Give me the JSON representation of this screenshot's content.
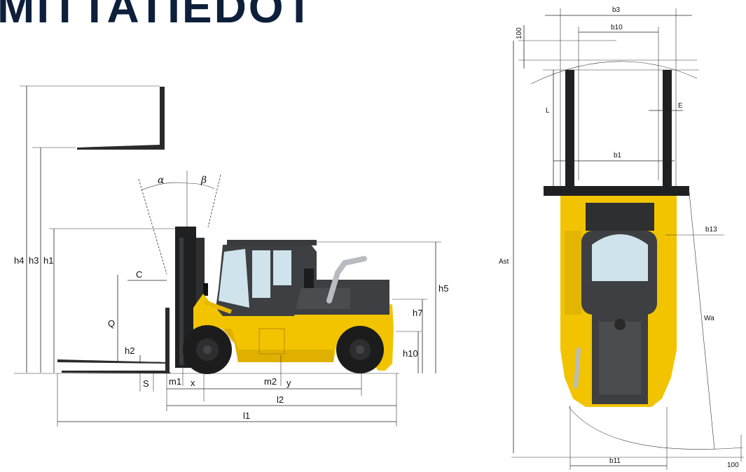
{
  "title": "MITTATIEDOT",
  "side_labels": {
    "h4": "h4",
    "h3": "h3",
    "h1": "h1",
    "C": "C",
    "Q": "Q",
    "h2": "h2",
    "S": "S",
    "m1": "m1",
    "x": "x",
    "m2": "m2",
    "y": "y",
    "l2": "l2",
    "l1": "l1",
    "h5": "h5",
    "h7": "h7",
    "h10": "h10",
    "alpha": "α",
    "beta": "β"
  },
  "top_labels": {
    "b3": "b3",
    "b10": "b10",
    "100_top": "100",
    "L": "L",
    "E": "E",
    "b1": "b1",
    "b13": "b13",
    "Ast": "Ast",
    "Wa": "Wa",
    "b11": "b11",
    "100_bottom": "100"
  },
  "colors": {
    "body_yellow": "#f2c400",
    "body_shadow": "#c99a00",
    "dark_gray": "#3d3f42",
    "mast_black": "#1f2022",
    "cab_glass": "#cfe3ec",
    "title_navy": "#0d1f3a"
  }
}
